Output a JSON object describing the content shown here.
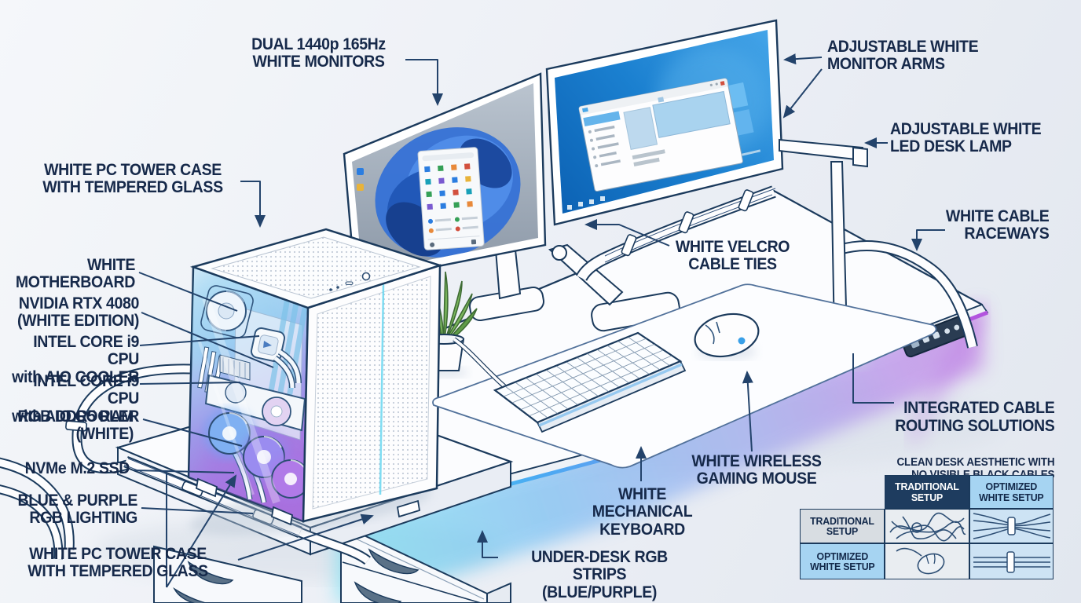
{
  "labels": {
    "monitors": "DUAL 1440p 165Hz\nWHITE MONITORS",
    "monitor_arms": "ADJUSTABLE WHITE\nMONITOR ARMS",
    "desk_lamp": "ADJUSTABLE WHITE\nLED DESK LAMP",
    "cable_raceways": "WHITE CABLE\nRACEWAYS",
    "tower_top": "WHITE PC TOWER CASE\nWITH TEMPERED GLASS",
    "motherboard": "WHITE\nMOTHERBOARD",
    "gpu": "NVIDIA RTX 4080\n(WHITE EDITION)",
    "cpu_1": "INTEL CORE i9 CPU\nwith AIO COOLER",
    "cpu_2": "INTEL CORE i9 CPU\nwith AIO COOLER",
    "ram": "RGB DDR5 RAM\n(WHITE)",
    "ssd": "NVMe M.2 SSD",
    "rgb_lighting": "BLUE & PURPLE\nRGB LIGHTING",
    "tower_bottom": "WHITE PC TOWER CASE\nWITH TEMPERED GLASS",
    "velcro_ties": "WHITE VELCRO\nCABLE TIES",
    "keyboard": "WHITE\nMECHANICAL\nKEYBOARD",
    "mouse": "WHITE WIRELESS\nGAMING MOUSE",
    "rgb_strips": "UNDER-DESK RGB STRIPS\n(BLUE/PURPLE)",
    "cable_routing_title": "INTEGRATED CABLE\nROUTING SOLUTIONS",
    "cable_routing_sub": "CLEAN DESK AESTHETIC WITH\nNO VISIBLE BLACK CABLES"
  },
  "comparison_table": {
    "col_headers": [
      "TRADITIONAL\nSETUP",
      "OPTIMIZED\nWHITE SETUP"
    ],
    "row_headers": [
      "TRADITIONAL\nSETUP",
      "OPTIMIZED\nWHITE SETUP"
    ],
    "cells": [
      "tangled-cables",
      "tied-cable-bundle",
      "wired-mouse",
      "straight-tied-cables"
    ]
  },
  "colors": {
    "ink": "#1b3a5c",
    "label_text": "#16294a",
    "accent_cyan": "#4fdcf2",
    "accent_blue": "#4aaaf2",
    "accent_purple": "#b354de",
    "table_header_dark": "#1e3c5f",
    "table_light_blue": "#a6d4f2",
    "table_gray": "#d8dde2"
  }
}
